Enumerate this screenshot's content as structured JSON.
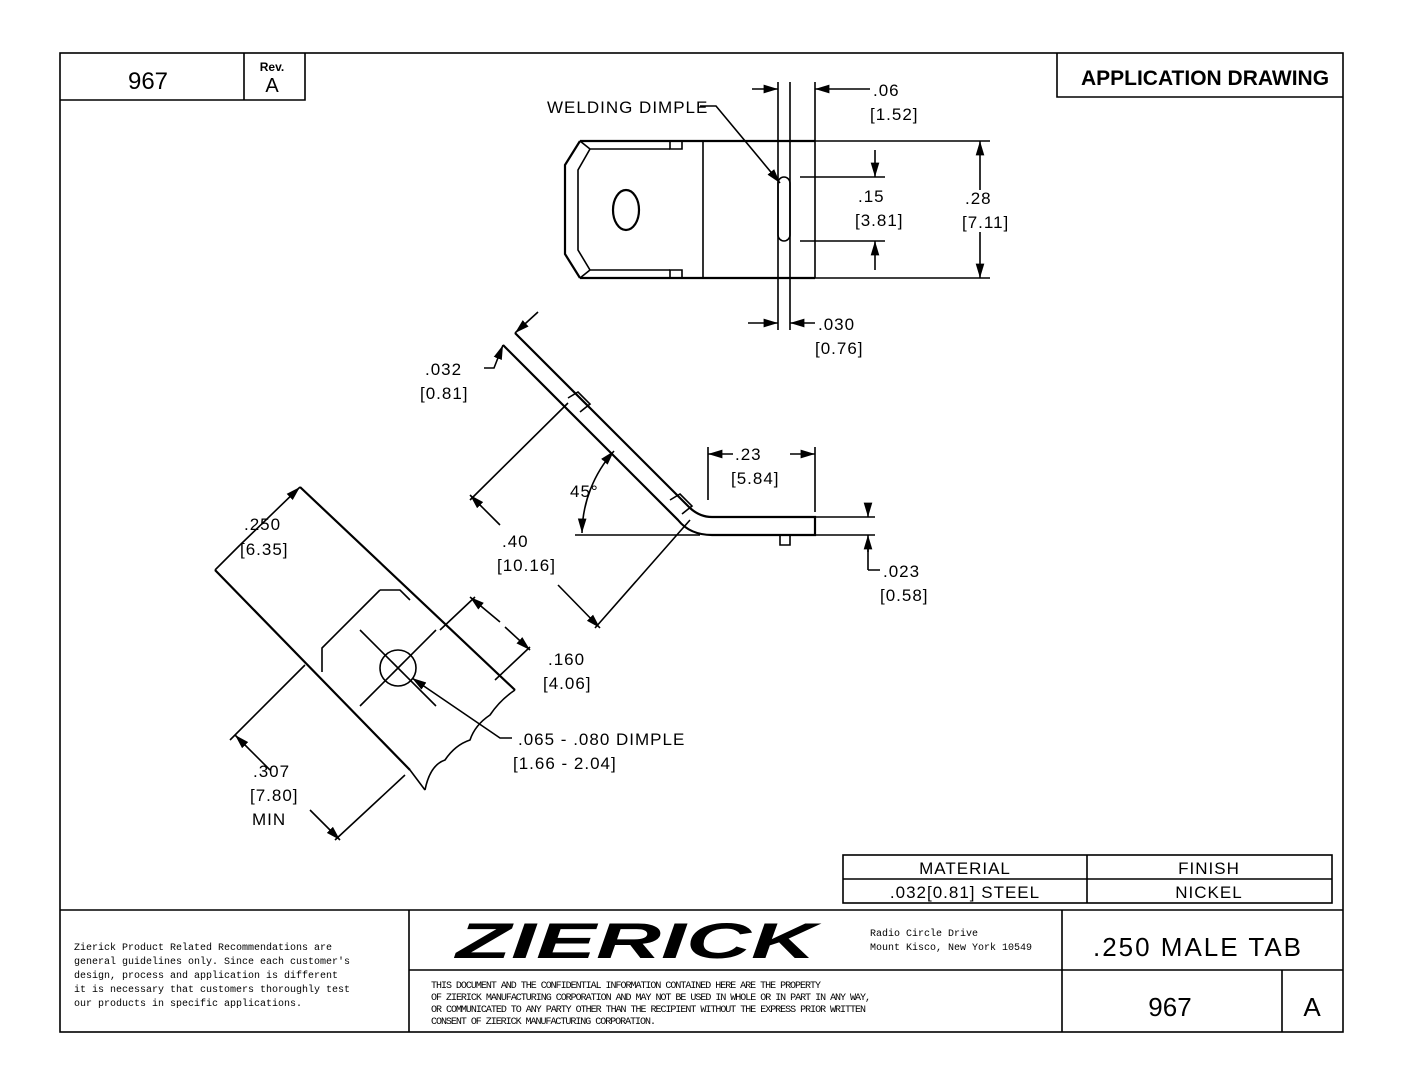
{
  "header": {
    "drawing_number": "967",
    "rev_label": "Rev.",
    "rev": "A",
    "title": "APPLICATION DRAWING"
  },
  "dimensions": {
    "welding_dimple": "WELDING DIMPLE",
    "d06": ".06",
    "d06_mm": "[1.52]",
    "d15": ".15",
    "d15_mm": "[3.81]",
    "d28": ".28",
    "d28_mm": "[7.11]",
    "d030": ".030",
    "d030_mm": "[0.76]",
    "d032": ".032",
    "d032_mm": "[0.81]",
    "d23": ".23",
    "d23_mm": "[5.84]",
    "angle": "45°",
    "d40": ".40",
    "d40_mm": "[10.16]",
    "d023": ".023",
    "d023_mm": "[0.58]",
    "d250": ".250",
    "d250_mm": "[6.35]",
    "d160": ".160",
    "d160_mm": "[4.06]",
    "dimple": ".065 - .080   DIMPLE",
    "dimple_mm": "[1.66 - 2.04]",
    "d307": ".307",
    "d307_mm": "[7.80]",
    "d307_note": "MIN"
  },
  "spec_table": {
    "material_header": "MATERIAL",
    "finish_header": "FINISH",
    "material": ".032[0.81] STEEL",
    "finish": "NICKEL"
  },
  "title_block": {
    "disclaimer": [
      "Zierick Product Related Recommendations are",
      "general guidelines only. Since each customer's",
      "design, process and application is different",
      "it is necessary that customers thoroughly test",
      "our products in specific applications."
    ],
    "logo": "ZIERICK",
    "address": [
      "Radio Circle Drive",
      "Mount Kisco, New York 10549"
    ],
    "notice": [
      "THIS DOCUMENT AND THE CONFIDENTIAL INFORMATION CONTAINED HERE ARE THE PROPERTY",
      "OF ZIERICK MANUFACTURING CORPORATION AND MAY NOT BE USED IN WHOLE OR IN PART IN ANY WAY,",
      "OR COMMUNICATED TO ANY PARTY OTHER THAN THE RECIPIENT WITHOUT THE EXPRESS PRIOR WRITTEN",
      "CONSENT OF ZIERICK MANUFACTURING CORPORATION."
    ],
    "part_name": ".250 MALE TAB",
    "part_number": "967",
    "rev": "A"
  }
}
